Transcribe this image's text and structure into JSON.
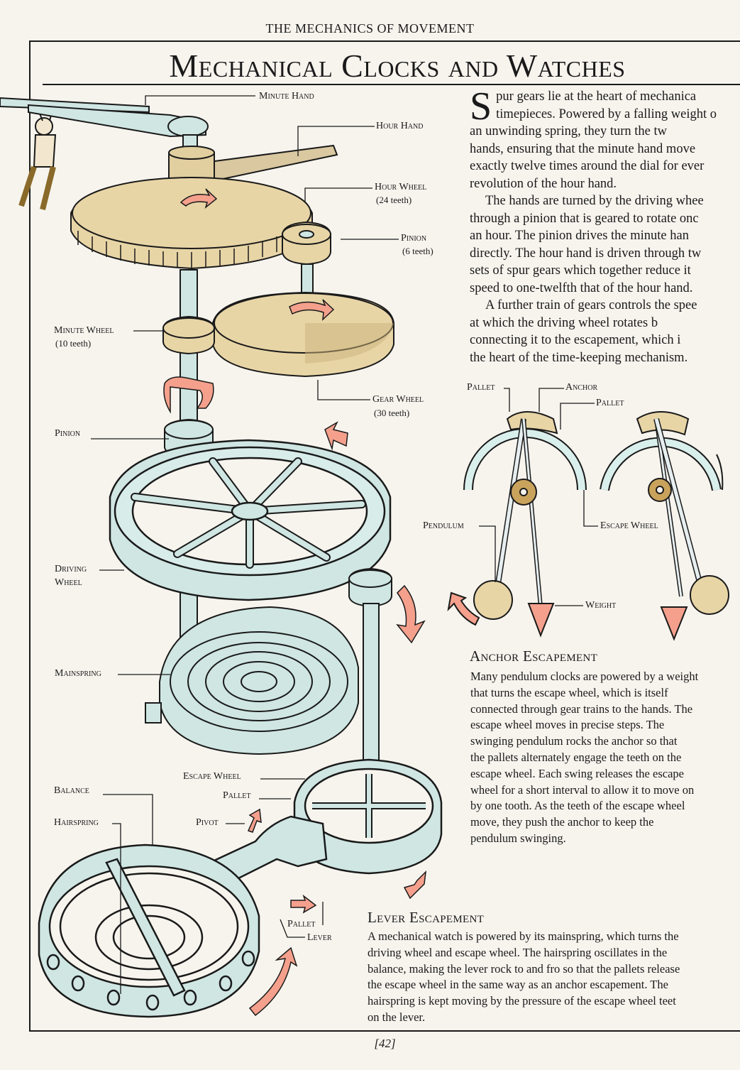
{
  "running_head": "THE MECHANICS OF MOVEMENT",
  "title": "Mechanical Clocks and Watches",
  "intro": {
    "p1_dropcap": "S",
    "p1_lines": [
      "pur gears lie at the heart of mechanica",
      "timepieces. Powered by a falling weight o",
      "an unwinding spring, they turn the tw",
      "hands, ensuring that the minute hand move",
      "exactly twelve times around the dial for ever",
      "revolution of the hour hand."
    ],
    "p2_lines": [
      "The hands are turned by the driving whee",
      "through a pinion that is geared to rotate onc",
      "an hour. The pinion drives the minute han",
      "directly. The hour hand is driven through tw",
      "sets of spur gears which together reduce it",
      "speed to one-twelfth that of the hour hand."
    ],
    "p3_lines": [
      "A further train of gears controls the spee",
      "at which the driving wheel rotates b",
      "connecting it to the escapement, which i",
      "the heart of the time-keeping mechanism."
    ]
  },
  "main_labels": {
    "minute_hand": "Minute Hand",
    "hour_hand": "Hour Hand",
    "hour_wheel": "Hour Wheel",
    "hour_wheel_teeth": "(24 teeth)",
    "pinion_top": "Pinion",
    "pinion_top_teeth": "(6 teeth)",
    "minute_wheel": "Minute Wheel",
    "minute_wheel_teeth": "(10 teeth)",
    "gear_wheel": "Gear Wheel",
    "gear_wheel_teeth": "(30 teeth)",
    "pinion_mid": "Pinion",
    "driving_wheel_1": "Driving",
    "driving_wheel_2": "Wheel",
    "mainspring": "Mainspring",
    "escape_wheel": "Escape Wheel",
    "pallet_top": "Pallet",
    "balance": "Balance",
    "hairspring": "Hairspring",
    "pivot": "Pivot",
    "pallet_bottom": "Pallet",
    "lever": "Lever"
  },
  "anchor_labels": {
    "pallet_left": "Pallet",
    "anchor": "Anchor",
    "pallet_right": "Pallet",
    "pendulum": "Pendulum",
    "escape_wheel": "Escape Wheel",
    "weight": "Weight"
  },
  "anchor_section": {
    "heading": "Anchor Escapement",
    "lines": [
      "Many pendulum clocks are powered by a weight",
      "that turns the escape wheel, which is itself",
      "connected through gear trains to the hands. The",
      "escape wheel moves in precise steps. The",
      "swinging pendulum rocks the anchor so that",
      "the pallets alternately engage the teeth on the",
      "escape wheel. Each swing releases the escape",
      "wheel for a short interval to allow it to move on",
      "by one tooth. As the teeth of the escape wheel",
      "move, they push the anchor to keep the",
      "pendulum swinging."
    ]
  },
  "lever_section": {
    "heading": "Lever Escapement",
    "lines": [
      "A mechanical watch is powered by its mainspring, which turns the",
      "driving wheel and escape wheel. The hairspring oscillates in the",
      "balance, making the lever rock to and fro so that the pallets release",
      "the escape wheel in the same way as an anchor escapement. The",
      "hairspring is kept moving by the pressure of the escape wheel teet",
      "on the lever."
    ]
  },
  "page_number": "[42]",
  "colors": {
    "paper": "#f7f4ee",
    "ink": "#1a1a1a",
    "brass": "#e8d5a6",
    "steel": "#cfe6e2",
    "arrow": "#f4a08c"
  }
}
